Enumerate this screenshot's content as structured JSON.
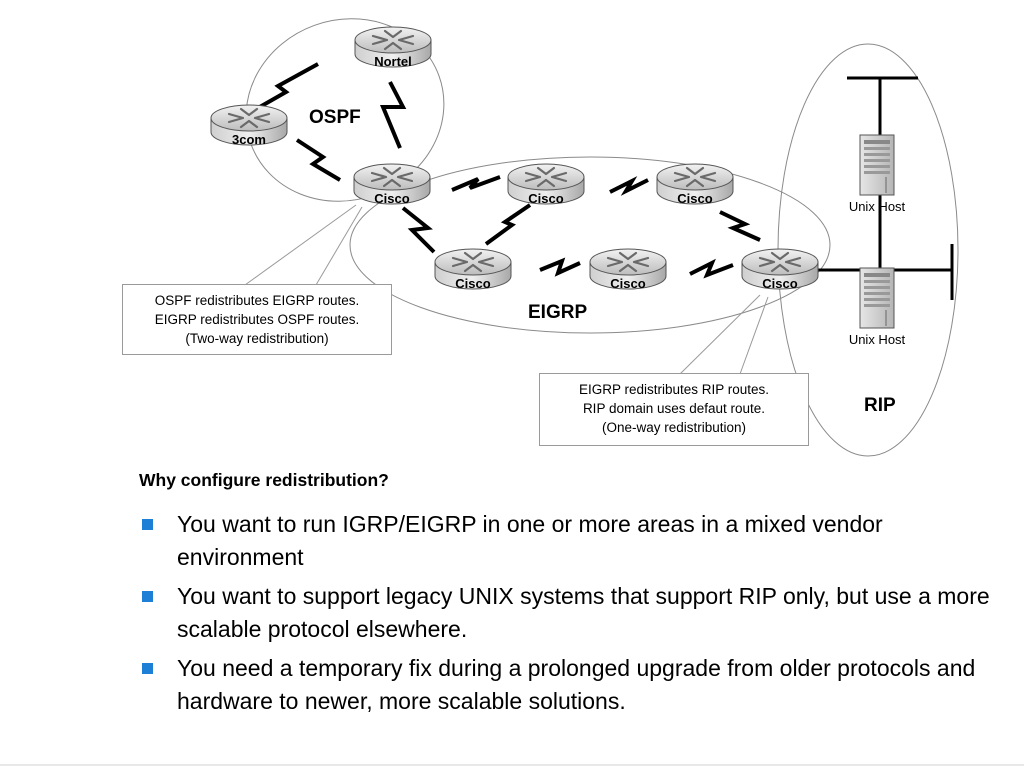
{
  "diagram": {
    "domains": {
      "ospf": "OSPF",
      "eigrp": "EIGRP",
      "rip": "RIP"
    },
    "routers": [
      {
        "id": "nortel",
        "label": "Nortel"
      },
      {
        "id": "3com",
        "label": "3com"
      },
      {
        "id": "cisco-a",
        "label": "Cisco"
      },
      {
        "id": "cisco-b",
        "label": "Cisco"
      },
      {
        "id": "cisco-c",
        "label": "Cisco"
      },
      {
        "id": "cisco-d",
        "label": "Cisco"
      },
      {
        "id": "cisco-e",
        "label": "Cisco"
      },
      {
        "id": "cisco-f",
        "label": "Cisco"
      }
    ],
    "hosts": [
      {
        "id": "host-1",
        "label": "Unix Host"
      },
      {
        "id": "host-2",
        "label": "Unix Host"
      }
    ],
    "notes": [
      {
        "lines": [
          "OSPF redistributes EIGRP routes.",
          "EIGRP redistributes OSPF routes.",
          "(Two-way redistribution)"
        ]
      },
      {
        "lines": [
          "EIGRP redistributes RIP routes.",
          "RIP domain uses defaut route.",
          "(One-way redistribution)"
        ]
      }
    ]
  },
  "content": {
    "question": "Why configure redistribution?",
    "bullets": [
      "You want to run IGRP/EIGRP in one or more areas in a mixed vendor environment",
      "You want to support legacy UNIX systems that support RIP only, but use a more scalable protocol elsewhere.",
      "You need a temporary fix during a prolonged upgrade from older protocols and hardware to newer, more scalable solutions."
    ]
  },
  "colors": {
    "bullet": "#1d7fd6"
  }
}
